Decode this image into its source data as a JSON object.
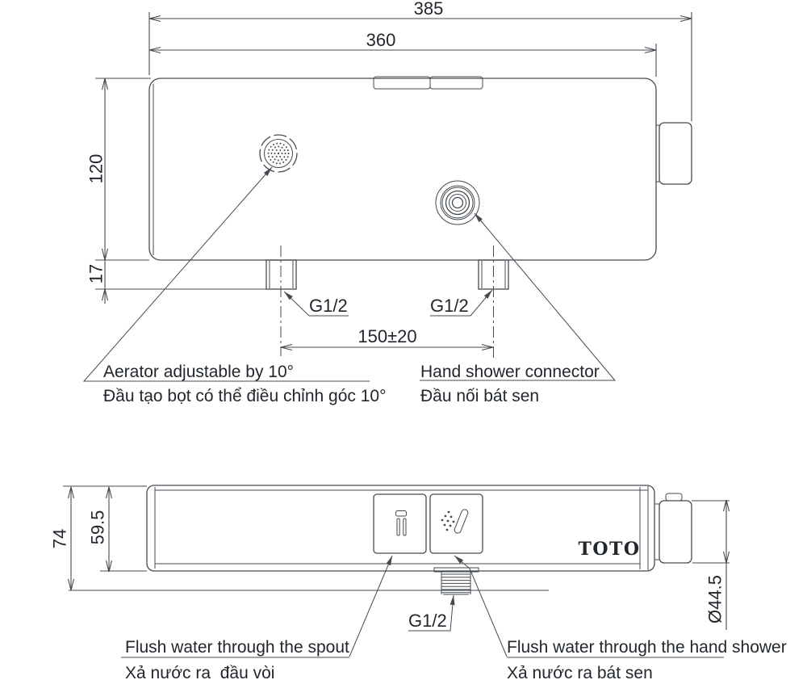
{
  "meta": {
    "bg_color": "#ffffff",
    "line_color": "#454b52",
    "text_color": "#22272e",
    "drawing_type": "TOTO faucet technical dimension drawing"
  },
  "top_view": {
    "dims": {
      "overall_width": "385",
      "body_width": "360",
      "body_depth": "120",
      "connector_height": "17",
      "connector_spacing": "150±20"
    },
    "labels": {
      "left_connector_thread": "G1/2",
      "right_connector_thread": "G1/2"
    },
    "annotations": {
      "aerator_en": "Aerator adjustable by 10°",
      "aerator_vi": "Đầu tạo bọt có thể điều chỉnh góc 10°",
      "hand_shower_en": "Hand shower connector",
      "hand_shower_vi": "Đầu nối bát sen"
    }
  },
  "front_view": {
    "dims": {
      "total_height": "74",
      "body_height": "59.5",
      "knob_diameter": "Ø44.5"
    },
    "labels": {
      "thread": "G1/2",
      "brand": "TOTO"
    },
    "annotations": {
      "spout_en": "Flush water through the spout",
      "spout_vi": "Xả nước ra  đầu vòi",
      "hand_shower_en": "Flush water through the hand shower",
      "hand_shower_vi": "Xả nước ra bát sen"
    }
  }
}
